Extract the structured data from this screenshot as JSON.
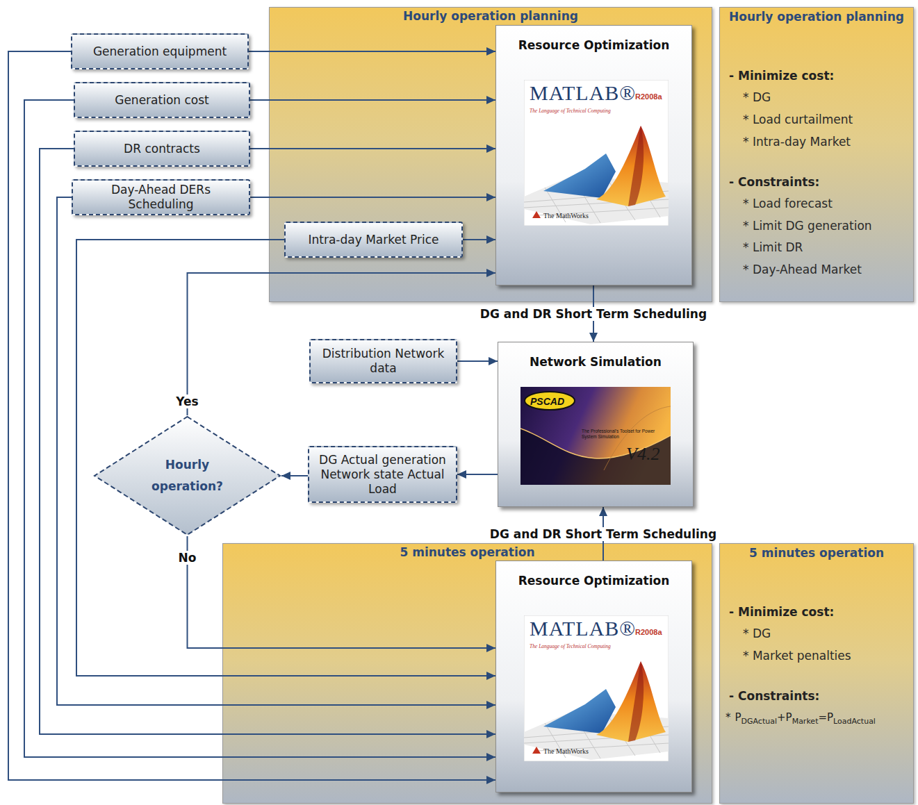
{
  "diagram": {
    "nodes": [
      {
        "text": [
          "Hourly operation planning"
        ]
      },
      {
        "text": [
          "Resource Optimization"
        ],
        "in": 0
      },
      {
        "text": [
          "Hourly operation planning",
          "- Minimize cost:",
          "* DG",
          "* Load curtailment",
          "* Intra-day Market",
          "- Constraints:",
          "* Load forecast",
          "* Limit DG generation",
          "* Limit DR",
          "* Day-Ahead Market"
        ]
      },
      {
        "text": [
          "Generation equipment"
        ]
      },
      {
        "text": [
          "Generation cost"
        ]
      },
      {
        "text": [
          "DR contracts"
        ]
      },
      {
        "text": [
          "Day-Ahead DERs Scheduling"
        ]
      },
      {
        "text": [
          "Intra-day Market Price"
        ],
        "in": 0
      },
      {
        "text": [
          "Network Simulation"
        ]
      },
      {
        "text": [
          "Distribution Network data"
        ]
      },
      {
        "text": [
          "DG Actual generation Network state Actual Load"
        ]
      },
      {
        "text": [
          "Hourly operation?"
        ]
      },
      {
        "text": [
          "5 minutes operation"
        ]
      },
      {
        "text": [
          "Resource Optimization"
        ],
        "in": 12
      },
      {
        "text": [
          "5 minutes operation",
          "- Minimize cost:",
          "* DG",
          "* Market penalties",
          "- Constraints:",
          "*",
          "P",
          "DGActual",
          "+P",
          "Market",
          "=P",
          "LoadActual"
        ]
      }
    ],
    "edges": [
      {
        "from": 3,
        "to": 1,
        "arrow": "to"
      },
      {
        "from": 4,
        "to": 1,
        "arrow": "to"
      },
      {
        "from": 5,
        "to": 1,
        "arrow": "to"
      },
      {
        "from": 6,
        "to": 1,
        "arrow": "to"
      },
      {
        "from": 7,
        "to": 1,
        "arrow": "to"
      },
      {
        "from": 1,
        "to": 8,
        "label": "DG and DR Short Term Scheduling",
        "arrow": "to"
      },
      {
        "from": 9,
        "to": 8,
        "arrow": "to"
      },
      {
        "from": 8,
        "to": 10,
        "arrow": "to"
      },
      {
        "from": 10,
        "to": 11,
        "arrow": "to"
      },
      {
        "from": 11,
        "to": 1,
        "label": "Yes",
        "arrow": "to"
      },
      {
        "from": 11,
        "to": 13,
        "label": "No",
        "arrow": "to"
      },
      {
        "from": 13,
        "to": 8,
        "label": "DG and DR Short Term Scheduling",
        "arrow": "to"
      },
      {
        "from": 3,
        "to": 13,
        "arrow": "to"
      },
      {
        "from": 4,
        "to": 13,
        "arrow": "to"
      },
      {
        "from": 5,
        "to": 13,
        "arrow": "to"
      },
      {
        "from": 6,
        "to": 13,
        "arrow": "to"
      },
      {
        "from": 7,
        "to": 13,
        "arrow": "to"
      }
    ],
    "labels": [
      "MATLAB®",
      "R2008a",
      "The Language of Technical Computing",
      "The MathWorks",
      "PSCAD",
      "The Professional's Toolset for Power System Simulation",
      "V4.2",
      "MATLAB®",
      "R2008a",
      "The Language of Technical Computing",
      "The MathWorks"
    ]
  }
}
